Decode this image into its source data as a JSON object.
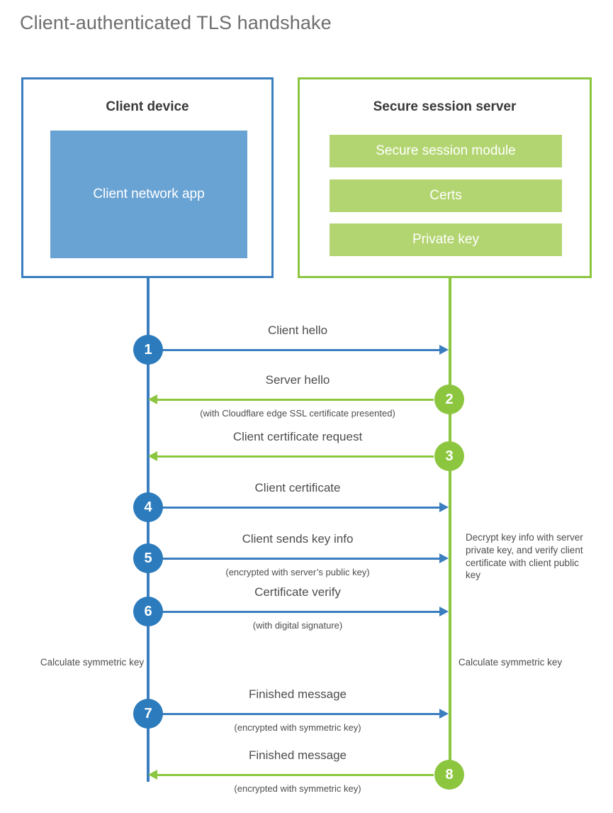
{
  "title": "Client-authenticated TLS handshake",
  "colors": {
    "blue_border": "#3a7ebf",
    "blue_fill": "#69a3d3",
    "blue_badge": "#2b7bbd",
    "green_border": "#8cc63f",
    "green_fill": "#b3d571",
    "green_badge": "#8cc63f",
    "text": "#4d4d4f",
    "title_text": "#6d6e70"
  },
  "parties": {
    "client": {
      "title": "Client device",
      "app_label": "Client network app"
    },
    "server": {
      "title": "Secure session server",
      "components": [
        {
          "label": "Secure session module"
        },
        {
          "label": "Certs"
        },
        {
          "label": "Private key"
        }
      ]
    }
  },
  "messages": [
    {
      "step": "1",
      "label": "Client hello",
      "sub": "",
      "direction": "client-to-server",
      "color": "blue"
    },
    {
      "step": "2",
      "label": "Server hello",
      "sub": "(with Cloudflare edge SSL certificate presented)",
      "direction": "server-to-client",
      "color": "green"
    },
    {
      "step": "3",
      "label": "Client certificate request",
      "sub": "",
      "direction": "server-to-client",
      "color": "green"
    },
    {
      "step": "4",
      "label": "Client certificate",
      "sub": "",
      "direction": "client-to-server",
      "color": "blue"
    },
    {
      "step": "5",
      "label": "Client sends key info",
      "sub": "(encrypted with server’s public key)",
      "direction": "client-to-server",
      "color": "blue"
    },
    {
      "step": "6",
      "label": "Certificate verify",
      "sub": "(with digital signature)",
      "direction": "client-to-server",
      "color": "blue"
    },
    {
      "step": "7",
      "label": "Finished message",
      "sub": "(encrypted with symmetric key)",
      "direction": "client-to-server",
      "color": "blue"
    },
    {
      "step": "8",
      "label": "Finished message",
      "sub": "(encrypted with symmetric key)",
      "direction": "server-to-client",
      "color": "green"
    }
  ],
  "annotations": {
    "server_decrypt_note": "Decrypt key info with server private key, and verify client certificate with client public key",
    "client_calculate_key": "Calculate symmetric key",
    "server_calculate_key": "Calculate symmetric key"
  }
}
